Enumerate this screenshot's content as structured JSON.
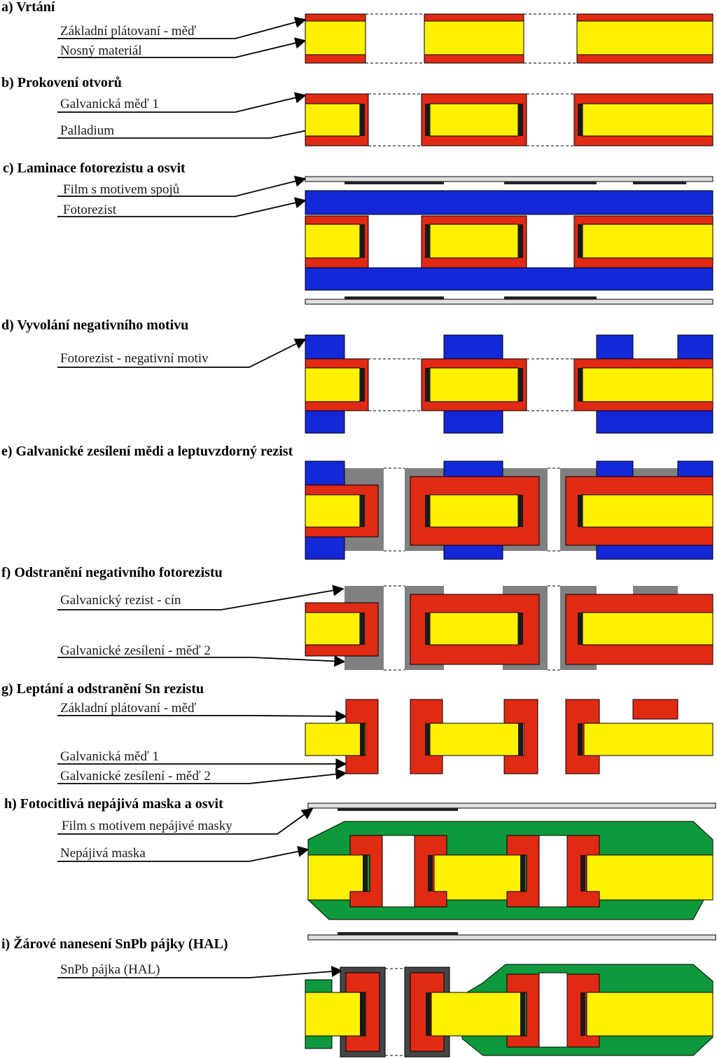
{
  "colors": {
    "copper": "#e02a14",
    "substrate": "#fff200",
    "photoresist": "#1428d8",
    "tin": "#808080",
    "mask": "#0e9a3c",
    "solder": "#454545",
    "palladium": "#1a1a1a",
    "film": "#e0e0e0"
  },
  "steps": [
    {
      "key": "a",
      "title": "a) Vrtání",
      "labels": [
        "Základní plátovaní - měď",
        "Nosný  materiál"
      ]
    },
    {
      "key": "b",
      "title": "b) Prokovení otvorů",
      "labels": [
        "Galvanická měď 1",
        "Palladium"
      ]
    },
    {
      "key": "c",
      "title": "c) Laminace fotorezistu a osvit",
      "labels": [
        "Film s motivem spojů",
        "Fotorezist"
      ]
    },
    {
      "key": "d",
      "title": "d) Vyvolání negativního motivu",
      "labels": [
        "Fotorezist - negativní motiv"
      ]
    },
    {
      "key": "e",
      "title": "e) Galvanické zesílení mědi a leptuvzdorný rezist",
      "labels": []
    },
    {
      "key": "f",
      "title": "f) Odstranění negativního fotorezistu",
      "labels": [
        "Galvanický rezist - cín",
        "Galvanické zesílení - měď 2"
      ]
    },
    {
      "key": "g",
      "title": "g) Leptání a odstranění Sn rezistu",
      "labels": [
        "Základní plátovaní - měď",
        "Galvanická měď 1",
        "Galvanické zesílení - měď 2"
      ]
    },
    {
      "key": "h",
      "title": "h) Fotocitlivá nepájivá maska a osvit",
      "labels": [
        "Film s motivem nepájivé masky",
        "Nepájivá maska"
      ]
    },
    {
      "key": "i",
      "title": "i) Žárové nanesení SnPb pájky (HAL)",
      "labels": [
        "SnPb pájka (HAL)"
      ]
    }
  ]
}
